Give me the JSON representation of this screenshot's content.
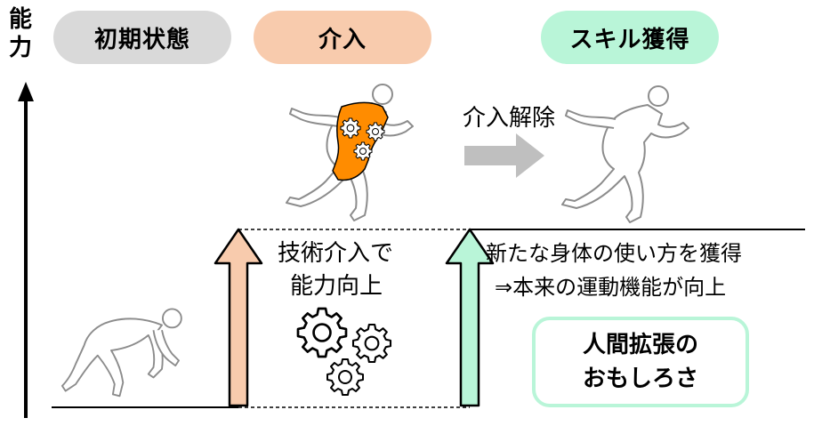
{
  "axis": {
    "label_line1": "能",
    "label_line2": "力"
  },
  "stages": [
    {
      "label": "初期状態",
      "color": "#d9d9d9"
    },
    {
      "label": "介入",
      "color": "#f8cbad"
    },
    {
      "label": "スキル獲得",
      "color": "#b9f5d8"
    }
  ],
  "release_label": "介入解除",
  "intervention_text": {
    "line1": "技術介入で",
    "line2": "能力向上"
  },
  "skill_text": {
    "line1": "新たな身体の使い方を獲得",
    "line2": "⇒本来の運動機能が向上"
  },
  "callout": {
    "line1": "人間拡張の",
    "line2": "おもしろさ",
    "border_color": "#b9f5d8"
  },
  "colors": {
    "intervention_arrow": "#f8cbad",
    "skill_arrow": "#b9f5d8",
    "exosuit": "#ff8c00",
    "release_arrow": "#bfbfbf"
  }
}
